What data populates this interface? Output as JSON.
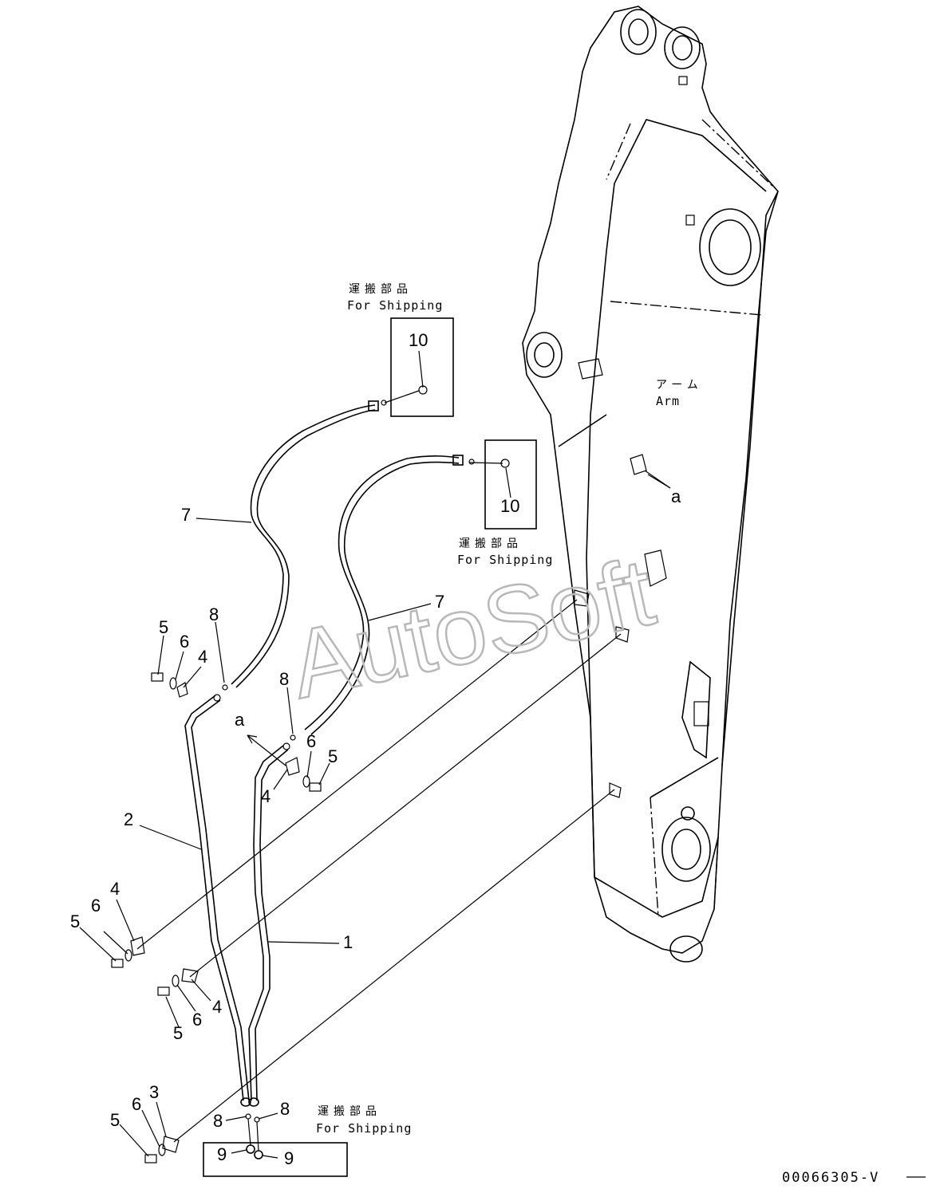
{
  "shipping_notes": [
    {
      "jp": "運搬部品",
      "en": "For Shipping"
    },
    {
      "jp": "運搬部品",
      "en": "For Shipping"
    },
    {
      "jp": "運搬部品",
      "en": "For Shipping"
    }
  ],
  "arm_label": {
    "jp": "アーム",
    "en": "Arm"
  },
  "part_labels": {
    "p1": "1",
    "p2": "2",
    "p3": "3",
    "p4a": "4",
    "p4b": "4",
    "p4c": "4",
    "p4d": "4",
    "p5a": "5",
    "p5b": "5",
    "p5c": "5",
    "p5d": "5",
    "p5e": "5",
    "p6a": "6",
    "p6b": "6",
    "p6c": "6",
    "p6d": "6",
    "p6e": "6",
    "p7a": "7",
    "p7b": "7",
    "p8a": "8",
    "p8b": "8",
    "p8c": "8",
    "p8d": "8",
    "p9a": "9",
    "p9b": "9",
    "p10a": "10",
    "p10b": "10",
    "view_a1": "a",
    "view_a2": "a"
  },
  "watermark": "AutoSoft",
  "drawing_code": "00066305-V"
}
